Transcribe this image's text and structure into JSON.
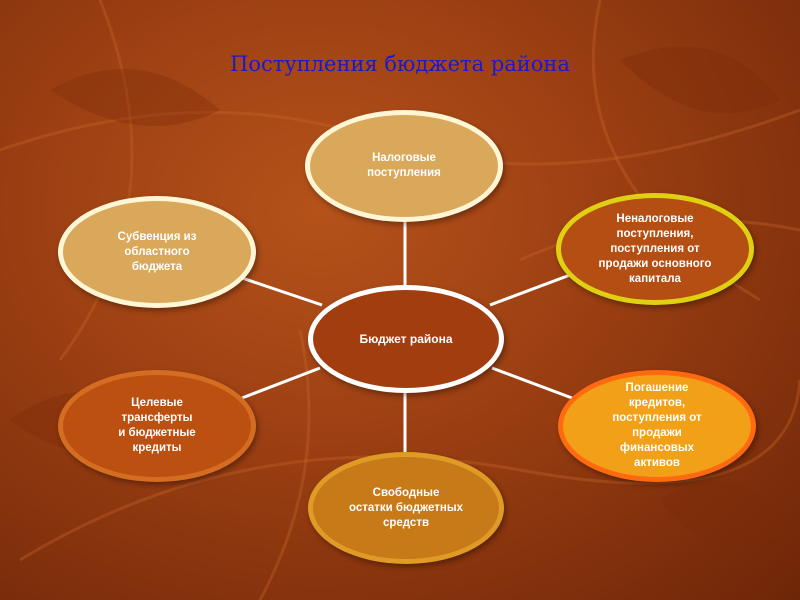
{
  "title": "Поступления  бюджета района",
  "nodes": {
    "center": "Бюджет района",
    "top": "Налоговые\nпоступления",
    "upper_right": "Неналоговые\nпоступления,\nпоступления от\nпродажи основного\nкапитала",
    "lower_right": "Погашение\nкредитов,\nпоступления от\nпродажи\nфинансовых\nактивов",
    "bottom": "Свободные\nостатки бюджетных\nсредств",
    "lower_left": "Целевые\nтрансферты\nи бюджетные\nкредиты",
    "upper_left": "Субвенция из\nобластного\nбюджета"
  }
}
